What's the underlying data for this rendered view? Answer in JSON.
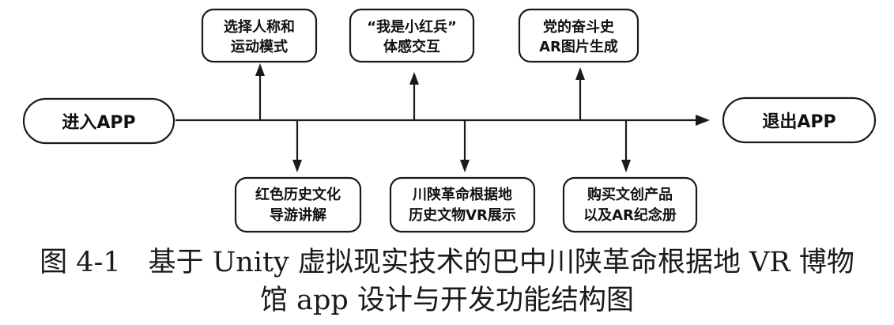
{
  "flow": {
    "start": "进入APP",
    "end": "退出APP",
    "steps_above": [
      {
        "line1": "选择人称和",
        "line2": "运动模式"
      },
      {
        "line1": "“我是小红兵”",
        "line2": "体感交互"
      },
      {
        "line1": "党的奋斗史",
        "line2": "AR图片生成"
      }
    ],
    "steps_below": [
      {
        "line1": "红色历史文化",
        "line2": "导游讲解"
      },
      {
        "line1": "川陕革命根据地",
        "line2": "历史文物VR展示"
      },
      {
        "line1": "购买文创产品",
        "line2": "以及AR纪念册"
      }
    ]
  },
  "caption": {
    "line1": "图 4-1　基于 Unity 虚拟现实技术的巴中川陕革命根据地 VR 博物",
    "line2": "馆 app 设计与开发功能结构图"
  }
}
